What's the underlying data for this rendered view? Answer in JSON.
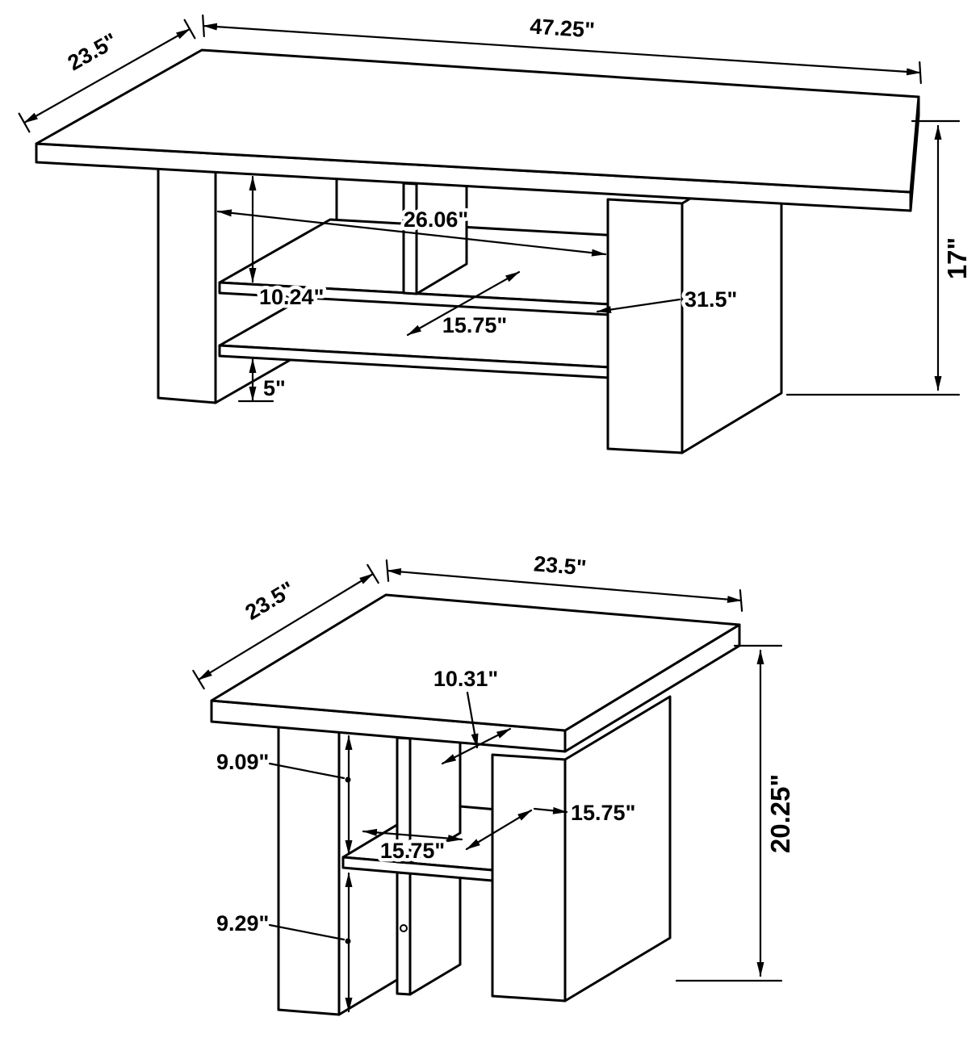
{
  "page": {
    "background": "#ffffff",
    "ink": "#000000"
  },
  "coffee_table": {
    "label": "Rectangular coffee table with two shelves — perspective dimension drawing",
    "dims": {
      "depth": "23.5\"",
      "width": "47.25\"",
      "height": "17\"",
      "interior_width": "26.06\"",
      "top_to_shelf": "10.24\"",
      "shelf_depth": "15.75\"",
      "shelf_length": "31.5\"",
      "bottom_clearance": "5\""
    }
  },
  "end_table": {
    "label": "Square end table with shelf — perspective dimension drawing",
    "dims": {
      "depth": "23.5\"",
      "width": "23.5\"",
      "height": "20.25\"",
      "opening_width": "10.31\"",
      "upper_opening_height": "9.09\"",
      "shelf_width": "15.75\"",
      "shelf_depth": "15.75\"",
      "lower_opening_height": "9.29\""
    }
  }
}
